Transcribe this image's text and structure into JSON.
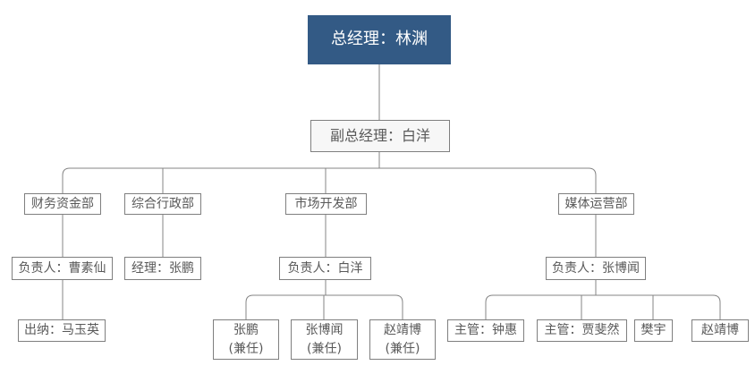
{
  "colors": {
    "root_fill": "#335a85",
    "root_text": "#ffffff",
    "deputy_fill": "#f7f7f7",
    "box_border": "#7f7f7f",
    "box_text": "#595959",
    "connector": "#848484"
  },
  "org": {
    "root": {
      "label": "总经理：林渊"
    },
    "deputy": {
      "label": "副总经理：白洋"
    },
    "departments": [
      {
        "label": "财务资金部",
        "manager": {
          "label": "负责人：曹素仙"
        },
        "staff": [
          {
            "label": "出纳：马玉英"
          }
        ]
      },
      {
        "label": "综合行政部",
        "manager": {
          "label": "经理：张鹏"
        },
        "staff": []
      },
      {
        "label": "市场开发部",
        "manager": {
          "label": "负责人：白洋"
        },
        "staff": [
          {
            "label": "张鹏",
            "sublabel": "(兼任)"
          },
          {
            "label": "张博闻",
            "sublabel": "(兼任)"
          },
          {
            "label": "赵靖博",
            "sublabel": "(兼任)"
          }
        ]
      },
      {
        "label": "媒体运营部",
        "manager": {
          "label": "负责人：张博闻"
        },
        "staff": [
          {
            "label": "主管：钟惠"
          },
          {
            "label": "主管：贾斐然"
          },
          {
            "label": "樊宇"
          },
          {
            "label": "赵靖博"
          }
        ]
      }
    ]
  }
}
